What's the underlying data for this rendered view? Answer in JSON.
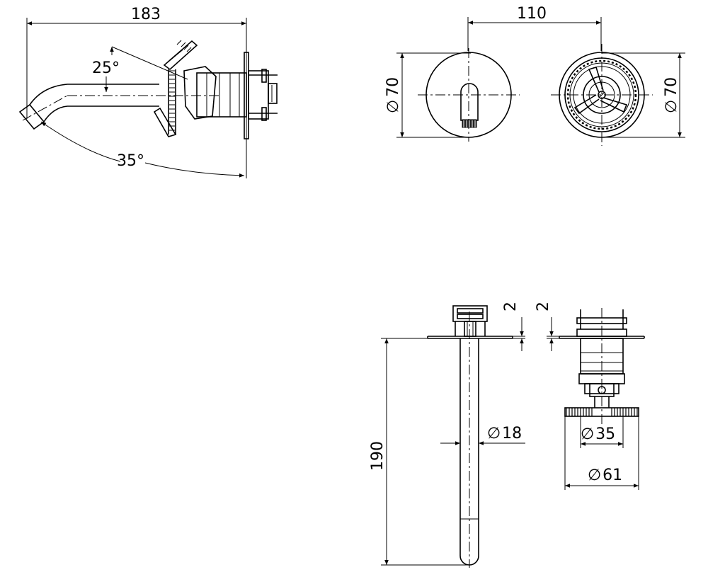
{
  "dimensions": {
    "overall_length": "183",
    "angle_upper": "25°",
    "angle_lower": "35°",
    "centre_distance": "110",
    "spout_plate_diameter": "70",
    "handle_plate_diameter": "70",
    "spout_plate_thickness": "2",
    "handle_plate_thickness": "2",
    "spout_diameter": "18",
    "spout_length": "190",
    "handle_stem_diameter": "35",
    "handle_wheel_diameter": "61"
  },
  "symbols": {
    "diameter": "∅"
  }
}
